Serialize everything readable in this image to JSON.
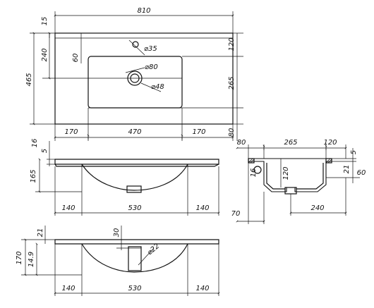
{
  "top_view": {
    "width": "810",
    "overall_depth": "465",
    "rim": "15",
    "tap_offset": "240",
    "hole_from_top": "60",
    "hole_tap": "⌀35",
    "hole_bowl": "⌀80",
    "hole_drain": "⌀48",
    "right_top": "120",
    "right_mid": "265",
    "right_bottom": "80",
    "left_margin": "170",
    "bowl_width": "470",
    "right_margin": "170"
  },
  "front_view": {
    "top_thickness": "16",
    "rim": "5",
    "height": "165",
    "left": "140",
    "bowl": "530",
    "right": "140"
  },
  "section_view": {
    "left": "80",
    "middle": "265",
    "right": "120",
    "thickness": "16",
    "bowl_depth": "120",
    "rim": "5",
    "edge": "21",
    "lip": "60",
    "drain": "240",
    "bottom": "70"
  },
  "bottom_view": {
    "depth": "30",
    "overall_height": "170",
    "bowl_height": "14.9",
    "drain": "⌀22",
    "rim": "21",
    "left": "140",
    "bowl": "530",
    "right": "140"
  }
}
